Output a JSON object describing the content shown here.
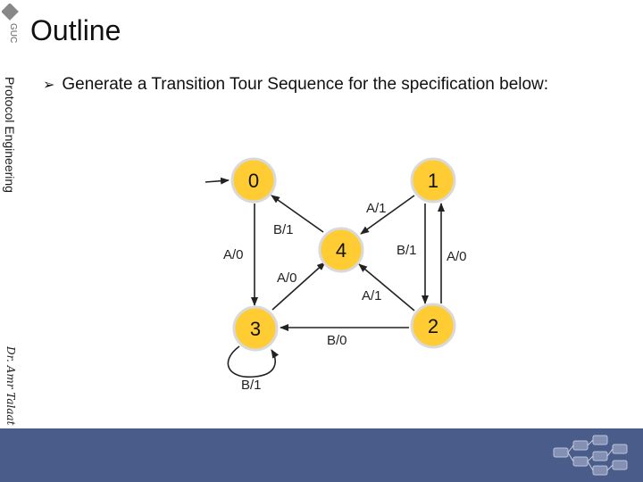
{
  "sidebar": {
    "logo_text": "GUC",
    "course": "Protocol Engineering",
    "author": "Dr. Amr Talaat"
  },
  "slide": {
    "title": "Outline",
    "bullet": "Generate a Transition Tour Sequence for the specification below:"
  },
  "diagram": {
    "states": [
      "0",
      "1",
      "2",
      "3",
      "4"
    ],
    "edges": [
      {
        "from": "4",
        "to": "0",
        "label": "B/1"
      },
      {
        "from": "1",
        "to": "4",
        "label": "A/1"
      },
      {
        "from": "0",
        "to": "3",
        "label": "A/0"
      },
      {
        "from": "1",
        "to": "2",
        "label": "B/1"
      },
      {
        "from": "2",
        "to": "1",
        "label": "A/0"
      },
      {
        "from": "3",
        "to": "4",
        "label": "A/0"
      },
      {
        "from": "2",
        "to": "4",
        "label": "A/1"
      },
      {
        "from": "2",
        "to": "3",
        "label": "B/0"
      },
      {
        "from": "3",
        "to": "3",
        "label": "B/1"
      }
    ],
    "colors": {
      "state_fill": "#ffcc33",
      "state_stroke": "#d9d9d9"
    }
  },
  "footer": {
    "color": "#4a5c8a"
  }
}
